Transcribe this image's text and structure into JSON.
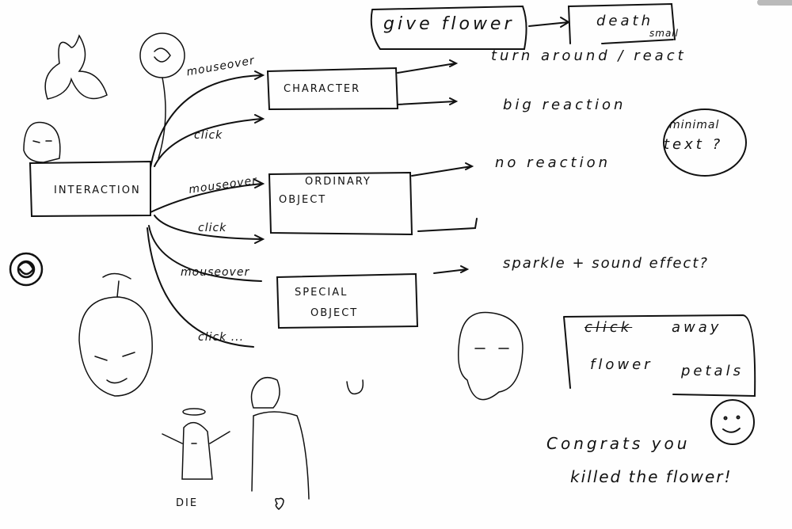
{
  "nodes": {
    "interaction": "INTERACTION",
    "character": "CHARACTER",
    "ordinary_object": [
      "ORDINARY",
      "OBJECT"
    ],
    "special_object": [
      "SPECIAL",
      "OBJECT"
    ],
    "give_flower": "give flower",
    "death": "death"
  },
  "edges": {
    "char_mouseover": "mouseover",
    "char_click": "click",
    "ord_mouseover": "mouseover",
    "ord_click": "click",
    "spec_mouseover": "mouseover",
    "spec_click": "click ..."
  },
  "outcomes": {
    "turn_around": "turn around / react",
    "small": "small",
    "big_reaction": "big reaction",
    "no_reaction": "no reaction",
    "sparkle": "sparkle + sound effect?",
    "minimal_text": [
      "minimal",
      "text ?"
    ]
  },
  "notes": {
    "click_away_line1_struck": "click",
    "click_away_line1_rest": "away",
    "click_away_line2a": "flower",
    "click_away_line2b": "petals",
    "congrats_line1": "Congrats you",
    "congrats_line2": "killed the flower!",
    "die": "DIE"
  },
  "colors": {
    "ink": "#111111",
    "paper": "#fefefe"
  }
}
